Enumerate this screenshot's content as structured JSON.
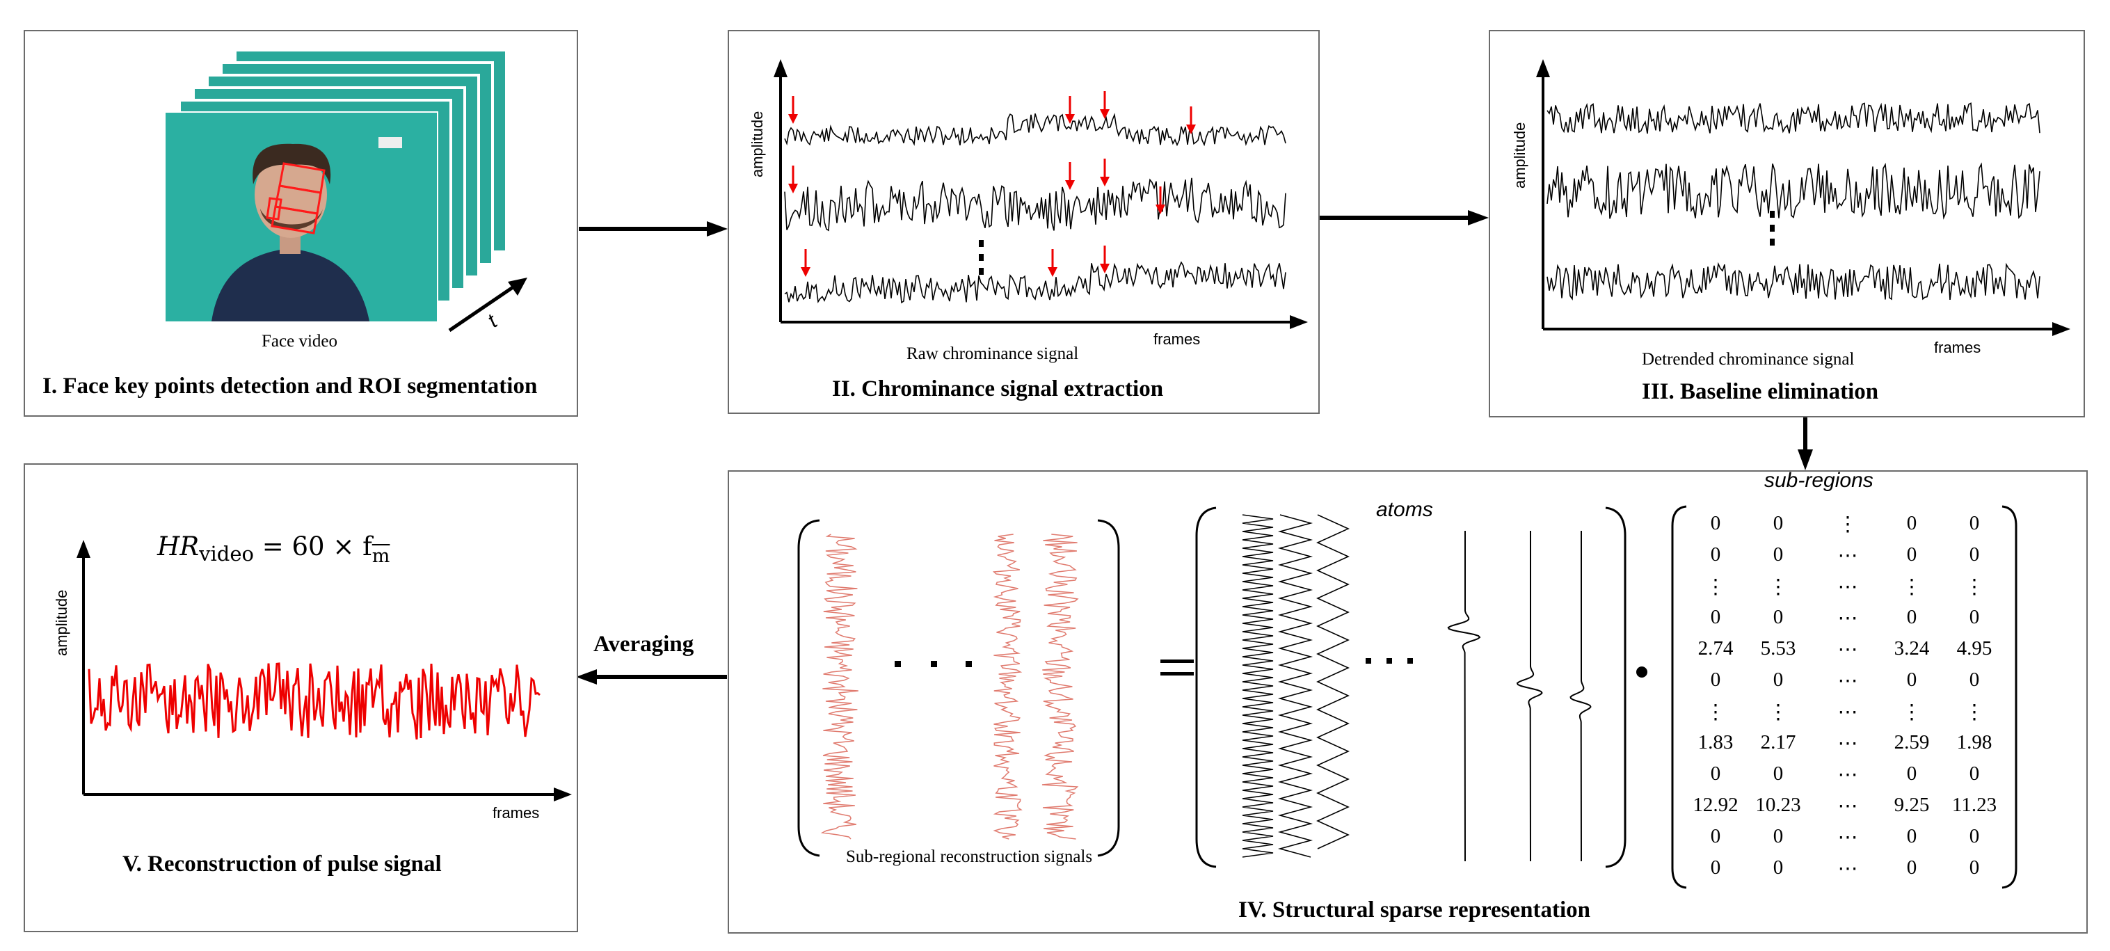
{
  "panels": {
    "p1": {
      "title": "I. Face key points detection and ROI segmentation",
      "caption": "Face video",
      "time_label": "t"
    },
    "p2": {
      "title": "II. Chrominance signal extraction",
      "caption": "Raw chrominance signal",
      "ylabel": "amplitude",
      "xlabel": "frames"
    },
    "p3": {
      "title": "III. Baseline elimination",
      "caption": "Detrended chrominance signal",
      "ylabel": "amplitude",
      "xlabel": "frames"
    },
    "p4": {
      "title": "IV. Structural sparse representation",
      "caption": "Sub-regional reconstruction signals",
      "atoms_label": "atoms",
      "subregions_label": "sub-regions",
      "dots": "· · ·",
      "equals": "=",
      "dot_op": "•"
    },
    "p5": {
      "title": "V. Reconstruction of pulse signal",
      "ylabel": "amplitude",
      "xlabel": "frames",
      "formula_main": "HR",
      "formula_sub": "video",
      "formula_rest": " = 60 × f",
      "formula_f_sub": "m"
    }
  },
  "arrows": {
    "averaging_label": "Averaging"
  },
  "matrix": [
    [
      "0",
      "0",
      "⋮",
      "0",
      "0"
    ],
    [
      "0",
      "0",
      "⋯",
      "0",
      "0"
    ],
    [
      "⋮",
      "⋮",
      "⋯",
      "⋮",
      "⋮"
    ],
    [
      "0",
      "0",
      "⋯",
      "0",
      "0"
    ],
    [
      "2.74",
      "5.53",
      "⋯",
      "3.24",
      "4.95"
    ],
    [
      "0",
      "0",
      "⋯",
      "0",
      "0"
    ],
    [
      "⋮",
      "⋮",
      "⋯",
      "⋮",
      "⋮"
    ],
    [
      "1.83",
      "2.17",
      "⋯",
      "2.59",
      "1.98"
    ],
    [
      "0",
      "0",
      "⋯",
      "0",
      "0"
    ],
    [
      "12.92",
      "10.23",
      "⋯",
      "9.25",
      "11.23"
    ],
    [
      "0",
      "0",
      "⋯",
      "0",
      "0"
    ],
    [
      "0",
      "0",
      "⋯",
      "0",
      "0"
    ]
  ],
  "colors": {
    "signal_red": "#ee0000",
    "recon_pink": "#e07a6e",
    "teal": "#2aa89a",
    "border": "#6b6b6b"
  }
}
